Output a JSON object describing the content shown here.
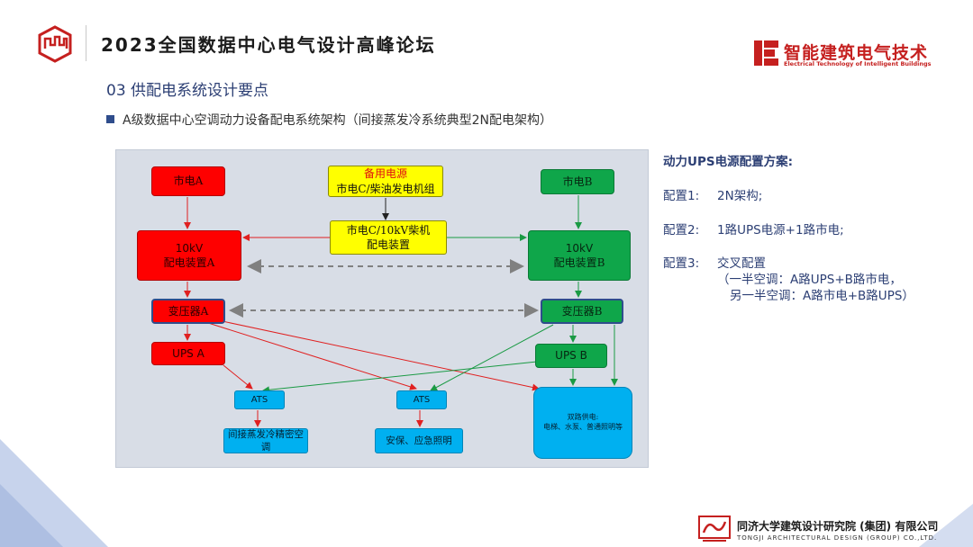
{
  "header": {
    "title": "2023全国数据中心电气设计高峰论坛",
    "brand_cn": "智能建筑电气技术",
    "brand_en": "Electrical Technology of Intelligent Buildings"
  },
  "section_title": "03  供配电系统设计要点",
  "bullet": "A级数据中心空调动力设备配电系统架构（间接蒸发冷系统典型2N配电架构）",
  "diagram": {
    "utility_a": "市电A",
    "utility_b": "市电B",
    "backup_line1": "备用电源",
    "backup_line2": "市电C/柴油发电机组",
    "c_dist_line1": "市电C/10kV柴机",
    "c_dist_line2": "配电装置",
    "dist_a_line1": "10kV",
    "dist_a_line2": "配电装置A",
    "dist_b_line1": "10kV",
    "dist_b_line2": "配电装置B",
    "transformer_a": "变压器A",
    "transformer_b": "变压器B",
    "ups_a": "UPS A",
    "ups_b": "UPS B",
    "ats_1": "ATS",
    "ats_2": "ATS",
    "load_ac": "间接蒸发冷精密空调",
    "load_lighting": "安保、应急照明",
    "dual_line1": "双路供电:",
    "dual_line2": "电梯、水泵、普通照明等"
  },
  "config": {
    "heading": "动力UPS电源配置方案:",
    "c1_label": "配置1:",
    "c1_text": "2N架构;",
    "c2_label": "配置2:",
    "c2_text": "1路UPS电源+1路市电;",
    "c3_label": "配置3:",
    "c3_text": "交叉配置",
    "c3_sub1": "（一半空调：A路UPS+B路市电，",
    "c3_sub2": "另一半空调：A路市电+B路UPS）"
  },
  "footer": {
    "company_cn": "同济大学建筑设计研究院 (集团) 有限公司",
    "company_en": "TONGJI ARCHITECTURAL DESIGN (GROUP) CO.,LTD."
  },
  "colors": {
    "red": "#fe0000",
    "green": "#0fa64a",
    "yellow": "#ffff00",
    "blue": "#00b0f0",
    "panel": "#d8dde6",
    "navy": "#2c3f74",
    "brand_red": "#c5201f"
  }
}
